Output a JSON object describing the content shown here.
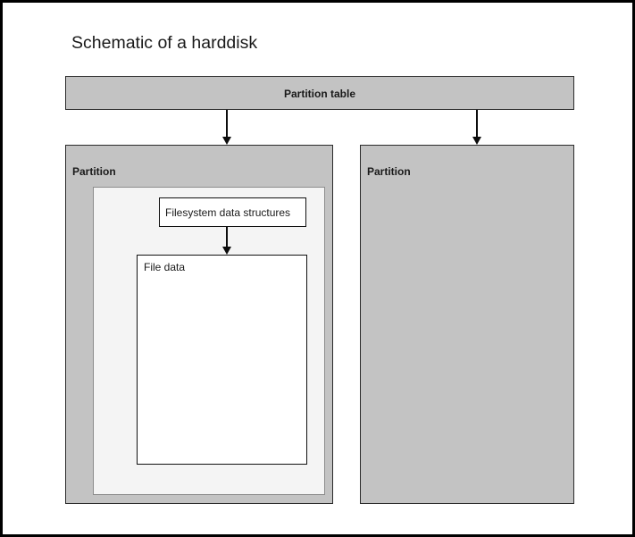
{
  "diagram": {
    "title": "Schematic of a harddisk",
    "colors": {
      "box_fill": "#c3c3c3",
      "container_fill": "#f4f4f4",
      "leaf_fill": "#ffffff",
      "stroke": "#2b2b2b",
      "text": "#1a1a1a",
      "frame": "#000000"
    },
    "partition_table": {
      "label": "Partition table"
    },
    "partitions": [
      {
        "label": "Partition",
        "contents": {
          "filesystem_box": {
            "label": "Filesystem data structures"
          },
          "file_data_box": {
            "label": "File data"
          }
        }
      },
      {
        "label": "Partition",
        "contents": null
      }
    ],
    "arrows": [
      {
        "name": "partition-table-to-partition-1",
        "from": "partition-table",
        "to": "partition-left"
      },
      {
        "name": "partition-table-to-partition-2",
        "from": "partition-table",
        "to": "partition-right"
      },
      {
        "name": "filesystem-to-file-data",
        "from": "filesystem-data-structures-box",
        "to": "file-data-box"
      }
    ]
  }
}
